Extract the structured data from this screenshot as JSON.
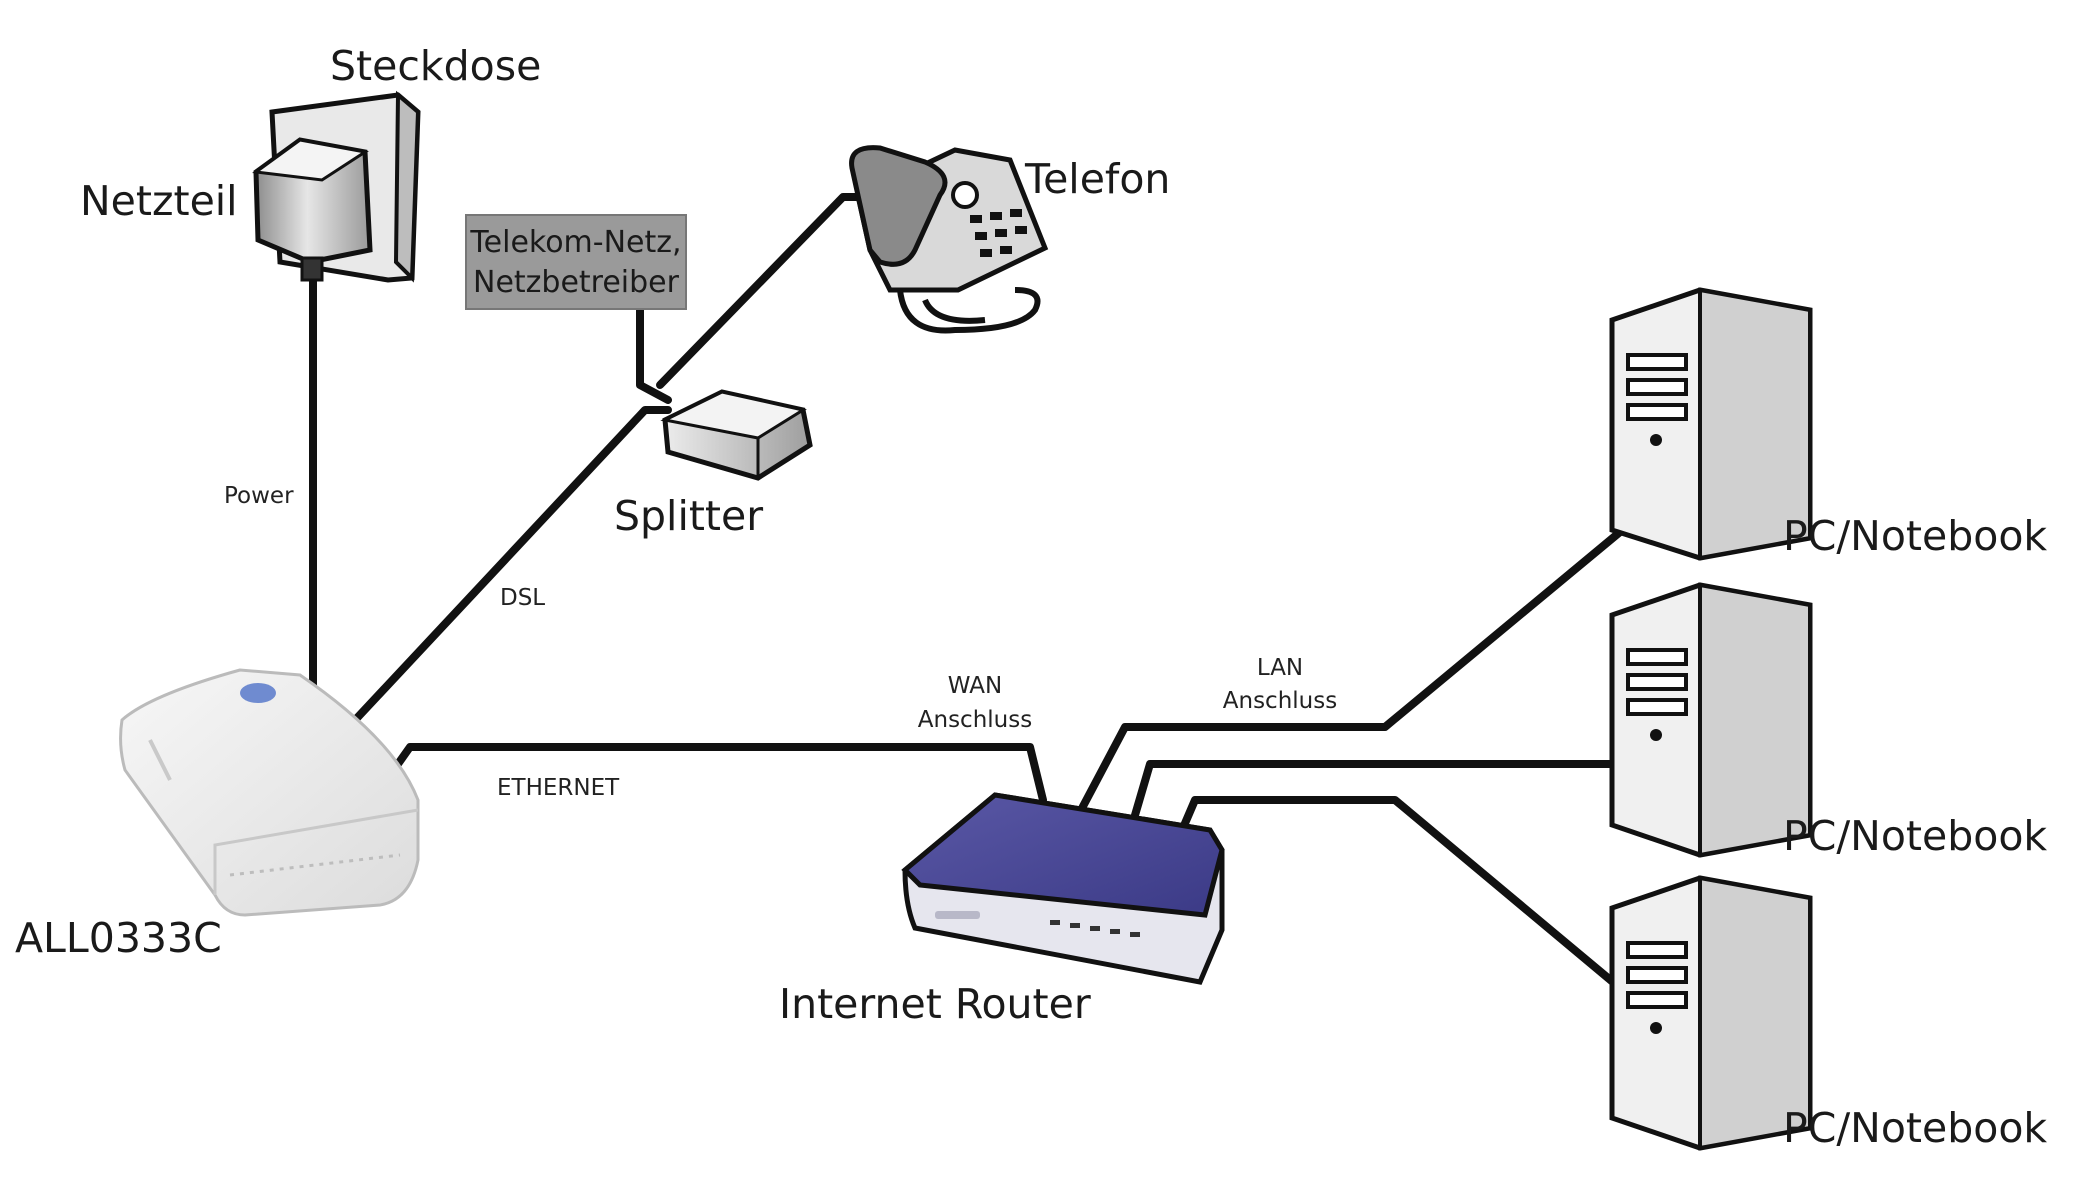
{
  "labels": {
    "steckdose": "Steckdose",
    "netzteil": "Netzteil",
    "telekom_line1": "Telekom-Netz,",
    "telekom_line2": "Netzbetreiber",
    "telefon": "Telefon",
    "splitter": "Splitter",
    "power": "Power",
    "dsl": "DSL",
    "modem": "ALL0333C",
    "ethernet": "ETHERNET",
    "wan_line1": "WAN",
    "wan_line2": "Anschluss",
    "lan_line1": "LAN",
    "lan_line2": "Anschluss",
    "router": "Internet Router",
    "pc1": "PC/Notebook",
    "pc2": "PC/Notebook",
    "pc3": "PC/Notebook"
  },
  "colors": {
    "cable": "#111111",
    "router_top": "#4a4896",
    "router_body": "#e6e6ee",
    "device_white": "#f2f2f2",
    "device_gray": "#d6d6d6",
    "telekom_box": "#9a9a9a"
  },
  "icons": [
    "power-socket-icon",
    "power-adapter-icon",
    "telephone-icon",
    "splitter-icon",
    "dsl-modem-icon",
    "router-icon",
    "pc-tower-icon"
  ]
}
